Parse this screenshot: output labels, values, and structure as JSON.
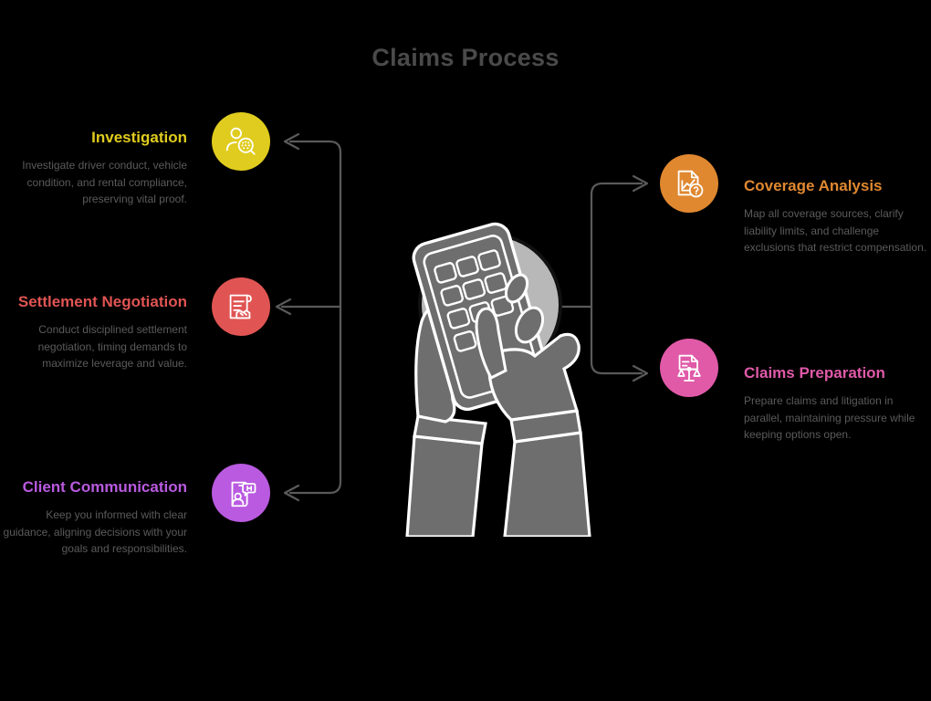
{
  "title": "Claims Process",
  "colors": {
    "background": "#000000",
    "title": "#4a4a4a",
    "body_text": "#5b5b5b",
    "connector": "#5a5a5a",
    "investigation": "#E0CC1E",
    "settlement": "#E05553",
    "client_communication": "#B95AE0",
    "coverage": "#E08830",
    "claims_preparation": "#E05AA8",
    "art_fill": "#6e6e6e",
    "art_disc": "#b8b8b8",
    "art_outline": "#ffffff"
  },
  "left_steps": [
    {
      "id": "investigation",
      "heading": "Investigation",
      "body": "Investigate driver conduct, vehicle condition, and rental compliance, preserving vital proof.",
      "color": "#E0CC1E",
      "icon": "person-magnifier-icon"
    },
    {
      "id": "settlement-negotiation",
      "heading": "Settlement Negotiation",
      "body": "Conduct disciplined settlement negotiation, timing demands to maximize leverage and value.",
      "color": "#E05553",
      "icon": "document-handshake-icon"
    },
    {
      "id": "client-communication",
      "heading": "Client Communication",
      "body": "Keep you informed with clear guidance, aligning decisions with your goals and responsibilities.",
      "color": "#B95AE0",
      "icon": "phone-chat-person-icon",
      "bubble_text": "HI"
    }
  ],
  "right_steps": [
    {
      "id": "coverage-analysis",
      "heading": "Coverage Analysis",
      "body": "Map all coverage sources, clarify liability limits, and challenge exclusions that restrict compensation.",
      "color": "#E08830",
      "icon": "document-chart-question-icon"
    },
    {
      "id": "claims-preparation",
      "heading": "Claims Preparation",
      "body": "Prepare claims and litigation in parallel, maintaining pressure while keeping options open.",
      "color": "#E05AA8",
      "icon": "document-scales-icon"
    }
  ],
  "center_illustration": {
    "name": "hands-holding-calculator-illustration",
    "description": "Two hands holding a calculator keypad over a gray disc"
  }
}
